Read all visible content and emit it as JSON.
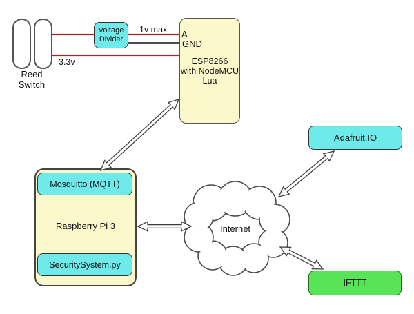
{
  "colors": {
    "cyan": "#6FEAEA",
    "yellow": "#FBF9CC",
    "green": "#57E457",
    "wire_red": "#9E2B2B",
    "wire_black": "#111111"
  },
  "reed_switch": {
    "lines": [
      "Reed",
      "Switch"
    ]
  },
  "voltage_divider": {
    "lines": [
      "Voltage",
      "Divider"
    ]
  },
  "wires": {
    "one_v_max": "1v max",
    "three_point_three_v": "3.3v"
  },
  "esp8266": {
    "pin_a": "A",
    "pin_gnd": "GND",
    "lines": [
      "ESP8266",
      "with NodeMCU",
      "Lua"
    ]
  },
  "raspberry_pi": {
    "label": "Raspberry Pi 3",
    "mosquitto": "Mosquitto (MQTT)",
    "security_system": "SecuritySystem.py"
  },
  "internet": {
    "label": "Internet"
  },
  "adafruit_io": {
    "label": "Adafruit.IO"
  },
  "ifttt": {
    "label": "IFTTT"
  }
}
